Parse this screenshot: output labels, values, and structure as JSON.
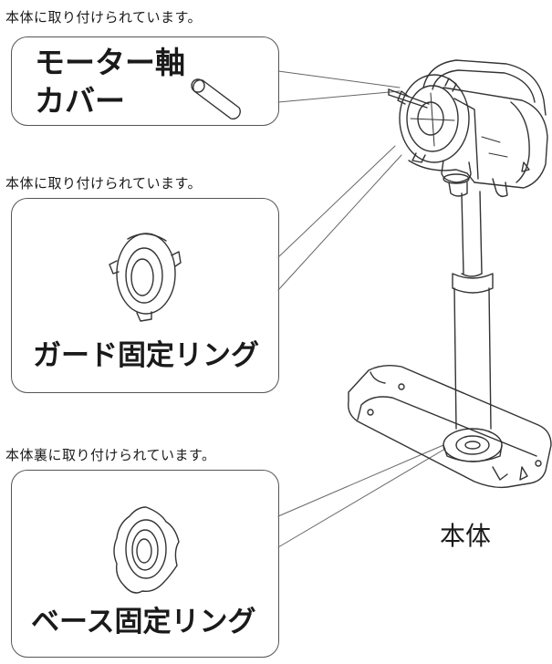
{
  "notes": {
    "motor_cover": "本体に取り付けられています。",
    "guard_ring": "本体に取り付けられています。",
    "base_ring": "本体裏に取り付けられています。"
  },
  "parts": {
    "motor_cover_line1": "モーター軸",
    "motor_cover_line2": "カバー",
    "guard_ring": "ガード固定リング",
    "base_ring": "ベース固定リング",
    "main_body": "本体"
  }
}
